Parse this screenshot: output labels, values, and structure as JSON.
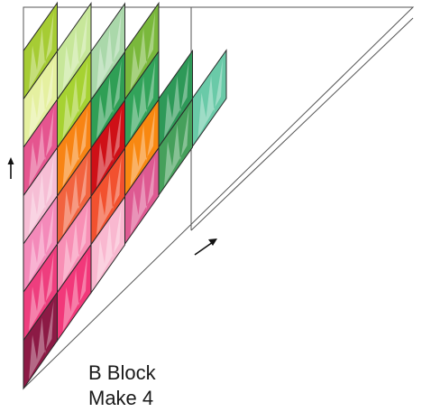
{
  "caption": {
    "block_name": "B Block",
    "quantity": "Make 4"
  },
  "arrows": [
    {
      "name": "grain-arrow-up-icon",
      "direction": "up"
    },
    {
      "name": "grain-arrow-diagonal-icon",
      "direction": "up-right"
    }
  ],
  "columns": [
    [
      "#8c1a45",
      "#ee3e7e",
      "#f48aba",
      "#f6bed5",
      "#e5558f",
      "#e5f0a0",
      "#a6cc34"
    ],
    [
      "#f2387a",
      "#f88fb5",
      "#f2633f",
      "#f88414",
      "#a6d232",
      "#c7e79a"
    ],
    [
      "#f9b8d0",
      "#f2512f",
      "#cf1017",
      "#2f9f55",
      "#aad8aa"
    ],
    [
      "#de5a92",
      "#f88811",
      "#32a35a",
      "#7ab83c"
    ],
    [
      "#46a05b",
      "#2e9958"
    ],
    [
      "#6acaa8"
    ]
  ],
  "colors": {
    "outline": "#2a2a2a",
    "line": "#555555",
    "tip": "#ffffff"
  }
}
